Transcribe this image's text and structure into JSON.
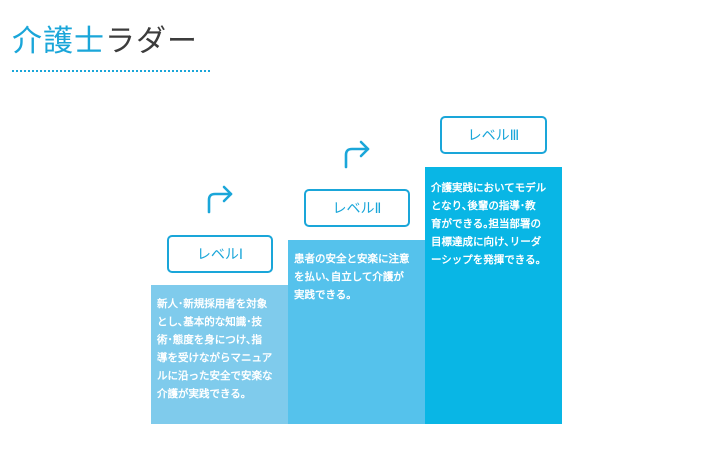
{
  "header": {
    "title_accent": "介護士",
    "title_rest": "ラダー"
  },
  "levels": [
    {
      "label": "レベルⅠ",
      "lines": [
        "新人･新規採用者を対象",
        "とし､基本的な知識･技",
        "術･態度を身につけ､指",
        "導を受けながらマニュア",
        "ルに沿った安全で安楽な",
        "介護が実践できる｡"
      ]
    },
    {
      "label": "レベルⅡ",
      "lines": [
        "患者の安全と安楽に注意",
        "を払い､自立して介護が",
        "実践できる｡"
      ]
    },
    {
      "label": "レベルⅢ",
      "lines": [
        "介護実践においてモデル",
        "となり､後輩の指導･教",
        "育ができる｡担当部署の",
        "目標達成に向け､リーダ",
        "ーシップを発揮できる｡"
      ]
    }
  ],
  "colors": {
    "accent": "#1aa6d9",
    "step1": "#7fcbec",
    "step2": "#55c2ec",
    "step3": "#09b6e5"
  },
  "icons": [
    "arrow-up-right-icon",
    "arrow-up-right-icon"
  ]
}
